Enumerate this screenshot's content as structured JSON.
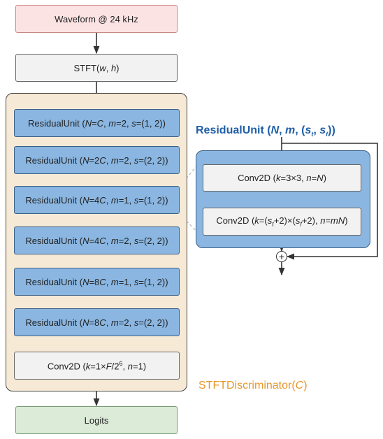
{
  "input": "Waveform @ 24 kHz",
  "stft": "STFT(w, h)",
  "discriminator": {
    "title": "STFTDiscriminator(C)",
    "residual_units": [
      "ResidualUnit (N=C, m=2, s=(1, 2))",
      "ResidualUnit (N=2C, m=2, s=(2, 2))",
      "ResidualUnit (N=4C, m=1, s=(1, 2))",
      "ResidualUnit (N=4C, m=2, s=(2, 2))",
      "ResidualUnit (N=8C, m=1, s=(1, 2))",
      "ResidualUnit (N=8C, m=2, s=(2, 2))"
    ],
    "final_conv": "Conv2D (k=1×F/2^6, n=1)"
  },
  "residual_unit_detail": {
    "title": "ResidualUnit (N, m, (s_t, s_f))",
    "conv1": "Conv2D (k=3×3, n=N)",
    "conv2": "Conv2D (k=(s_t+2)×(s_f+2), n=mN)",
    "sum_symbol": "+"
  },
  "output": "Logits",
  "colors": {
    "input_fill": "#fbe3e3",
    "residual_fill": "#8ab6e1",
    "panel_fill": "#f6ead6",
    "output_fill": "#dcebd8",
    "unit_title": "#1f5fa8",
    "disc_title": "#e6962a"
  }
}
